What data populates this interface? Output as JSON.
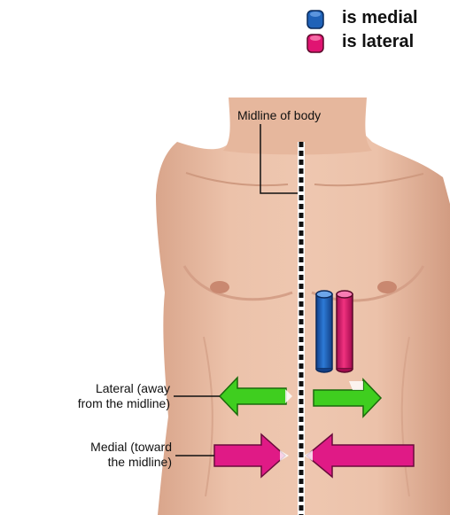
{
  "legend": [
    {
      "label": "is medial",
      "color": "#1f62b8"
    },
    {
      "label": "is lateral",
      "color": "#e01472"
    }
  ],
  "labels": {
    "midline": "Midline of body",
    "lateral_line1": "Lateral (away",
    "lateral_line2": "from the midline)",
    "medial_line1": "Medial (toward",
    "medial_line2": "the midline)"
  },
  "colors": {
    "skin": "#e9bca4",
    "skin_shadow": "#cf9a80",
    "nipple": "#c98870",
    "lateral_arrow": "#3fce1f",
    "medial_arrow": "#e01a86",
    "medial_cylinder": "#1f62b8",
    "lateral_cylinder": "#e01472",
    "midline": "#111111"
  }
}
